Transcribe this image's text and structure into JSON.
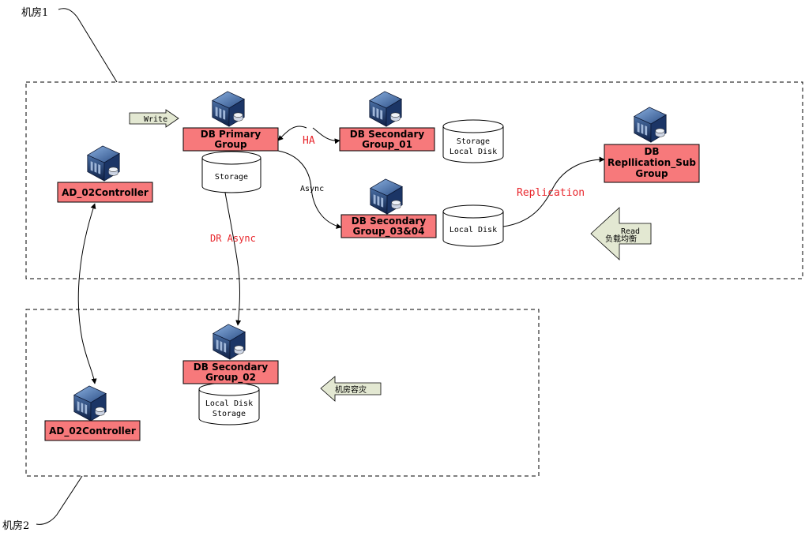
{
  "rooms": {
    "room1": "机房1",
    "room2": "机房2"
  },
  "nodes": {
    "db_primary": [
      "DB Primary",
      "Group"
    ],
    "db_secondary_01": [
      "DB Secondary",
      "Group_01"
    ],
    "db_secondary_0304": [
      "DB Secondary",
      "Group_03&04"
    ],
    "db_replication": [
      "DB",
      "Repllication_Sub",
      "Group"
    ],
    "ad_controller_top": [
      "AD_02Controller"
    ],
    "db_secondary_02": [
      "DB Secondary",
      "Group_02"
    ],
    "ad_controller_bottom": [
      "AD_02Controller"
    ]
  },
  "storage": {
    "primary_storage": [
      "Storage"
    ],
    "secondary_01_storage": [
      "Storage",
      "Local Disk"
    ],
    "secondary_0304_disk": [
      "Local Disk"
    ],
    "secondary_02_storage": [
      "Local Disk",
      "Storage"
    ]
  },
  "arrows": {
    "write": "Write",
    "read": [
      "Read",
      "负载均衡"
    ],
    "dr": "机房容灾"
  },
  "edges": {
    "ha": "HA",
    "async": "Async",
    "replication": "Replication",
    "dr_async": "DR Async"
  },
  "colors": {
    "node_fill": "#f7797b",
    "arrow_fill": "#e3e8d2",
    "label_red": "#e8262c"
  }
}
